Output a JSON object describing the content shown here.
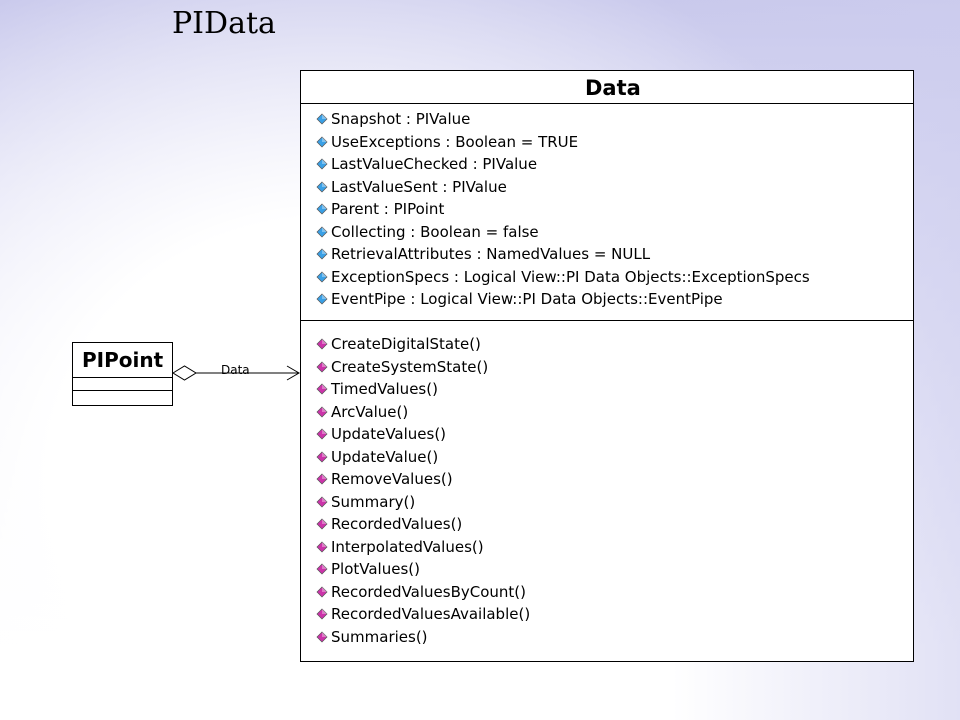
{
  "slide": {
    "title": "PIData"
  },
  "class_data": {
    "name": "Data",
    "attributes": [
      "Snapshot : PIValue",
      "UseExceptions : Boolean = TRUE",
      "LastValueChecked : PIValue",
      "LastValueSent : PIValue",
      "Parent : PIPoint",
      "Collecting : Boolean = false",
      "RetrievalAttributes : NamedValues = NULL",
      "ExceptionSpecs : Logical View::PI Data Objects::ExceptionSpecs",
      "EventPipe : Logical View::PI Data Objects::EventPipe"
    ],
    "operations": [
      "CreateDigitalState()",
      "CreateSystemState()",
      "TimedValues()",
      "ArcValue()",
      "UpdateValues()",
      "UpdateValue()",
      "RemoveValues()",
      "Summary()",
      "RecordedValues()",
      "InterpolatedValues()",
      "PlotValues()",
      "RecordedValuesByCount()",
      "RecordedValuesAvailable()",
      "Summaries()"
    ]
  },
  "class_pipoint": {
    "name": "PIPoint"
  },
  "association": {
    "label": "Data"
  },
  "colors": {
    "attribute_icon": "#3aa0e6",
    "operation_icon": "#cc33aa",
    "background_tint": "#c9c9ec"
  }
}
